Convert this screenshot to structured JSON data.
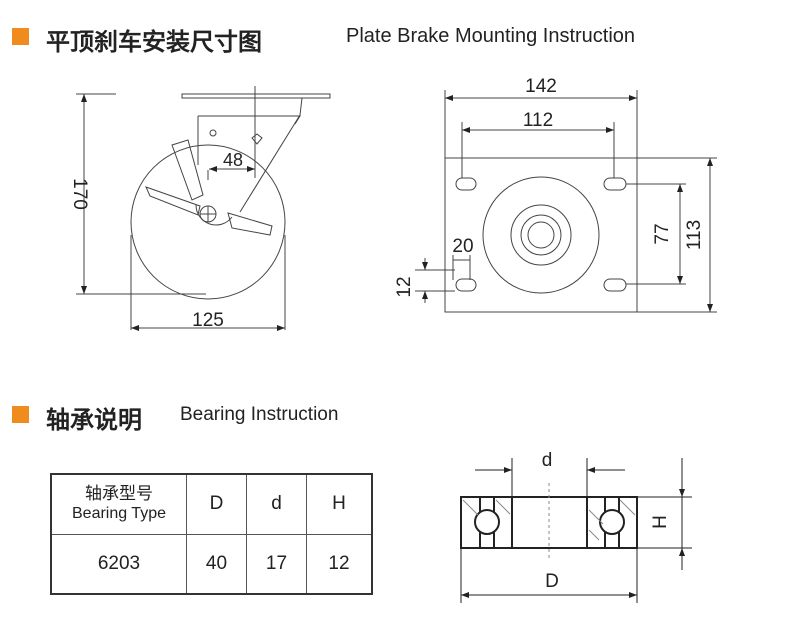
{
  "section1": {
    "title_zh": "平顶刹车安装尺寸图",
    "title_en": "Plate Brake Mounting Instruction"
  },
  "side_view": {
    "height": "170",
    "width": "125",
    "offset": "48"
  },
  "top_view": {
    "plate_width": "142",
    "hole_span_x": "112",
    "plate_length": "113",
    "hole_span_y": "77",
    "slot_length": "20",
    "slot_width": "12"
  },
  "section2": {
    "title_zh": "轴承说明",
    "title_en": "Bearing Instruction"
  },
  "table": {
    "header_zh": "轴承型号",
    "header_en": "Bearing Type",
    "cols": [
      "D",
      "d",
      "H"
    ],
    "row": {
      "type": "6203",
      "D": "40",
      "d": "17",
      "H": "12"
    }
  },
  "bearing_diagram": {
    "d": "d",
    "D": "D",
    "H": "H"
  },
  "colors": {
    "accent": "#f08c1e"
  }
}
